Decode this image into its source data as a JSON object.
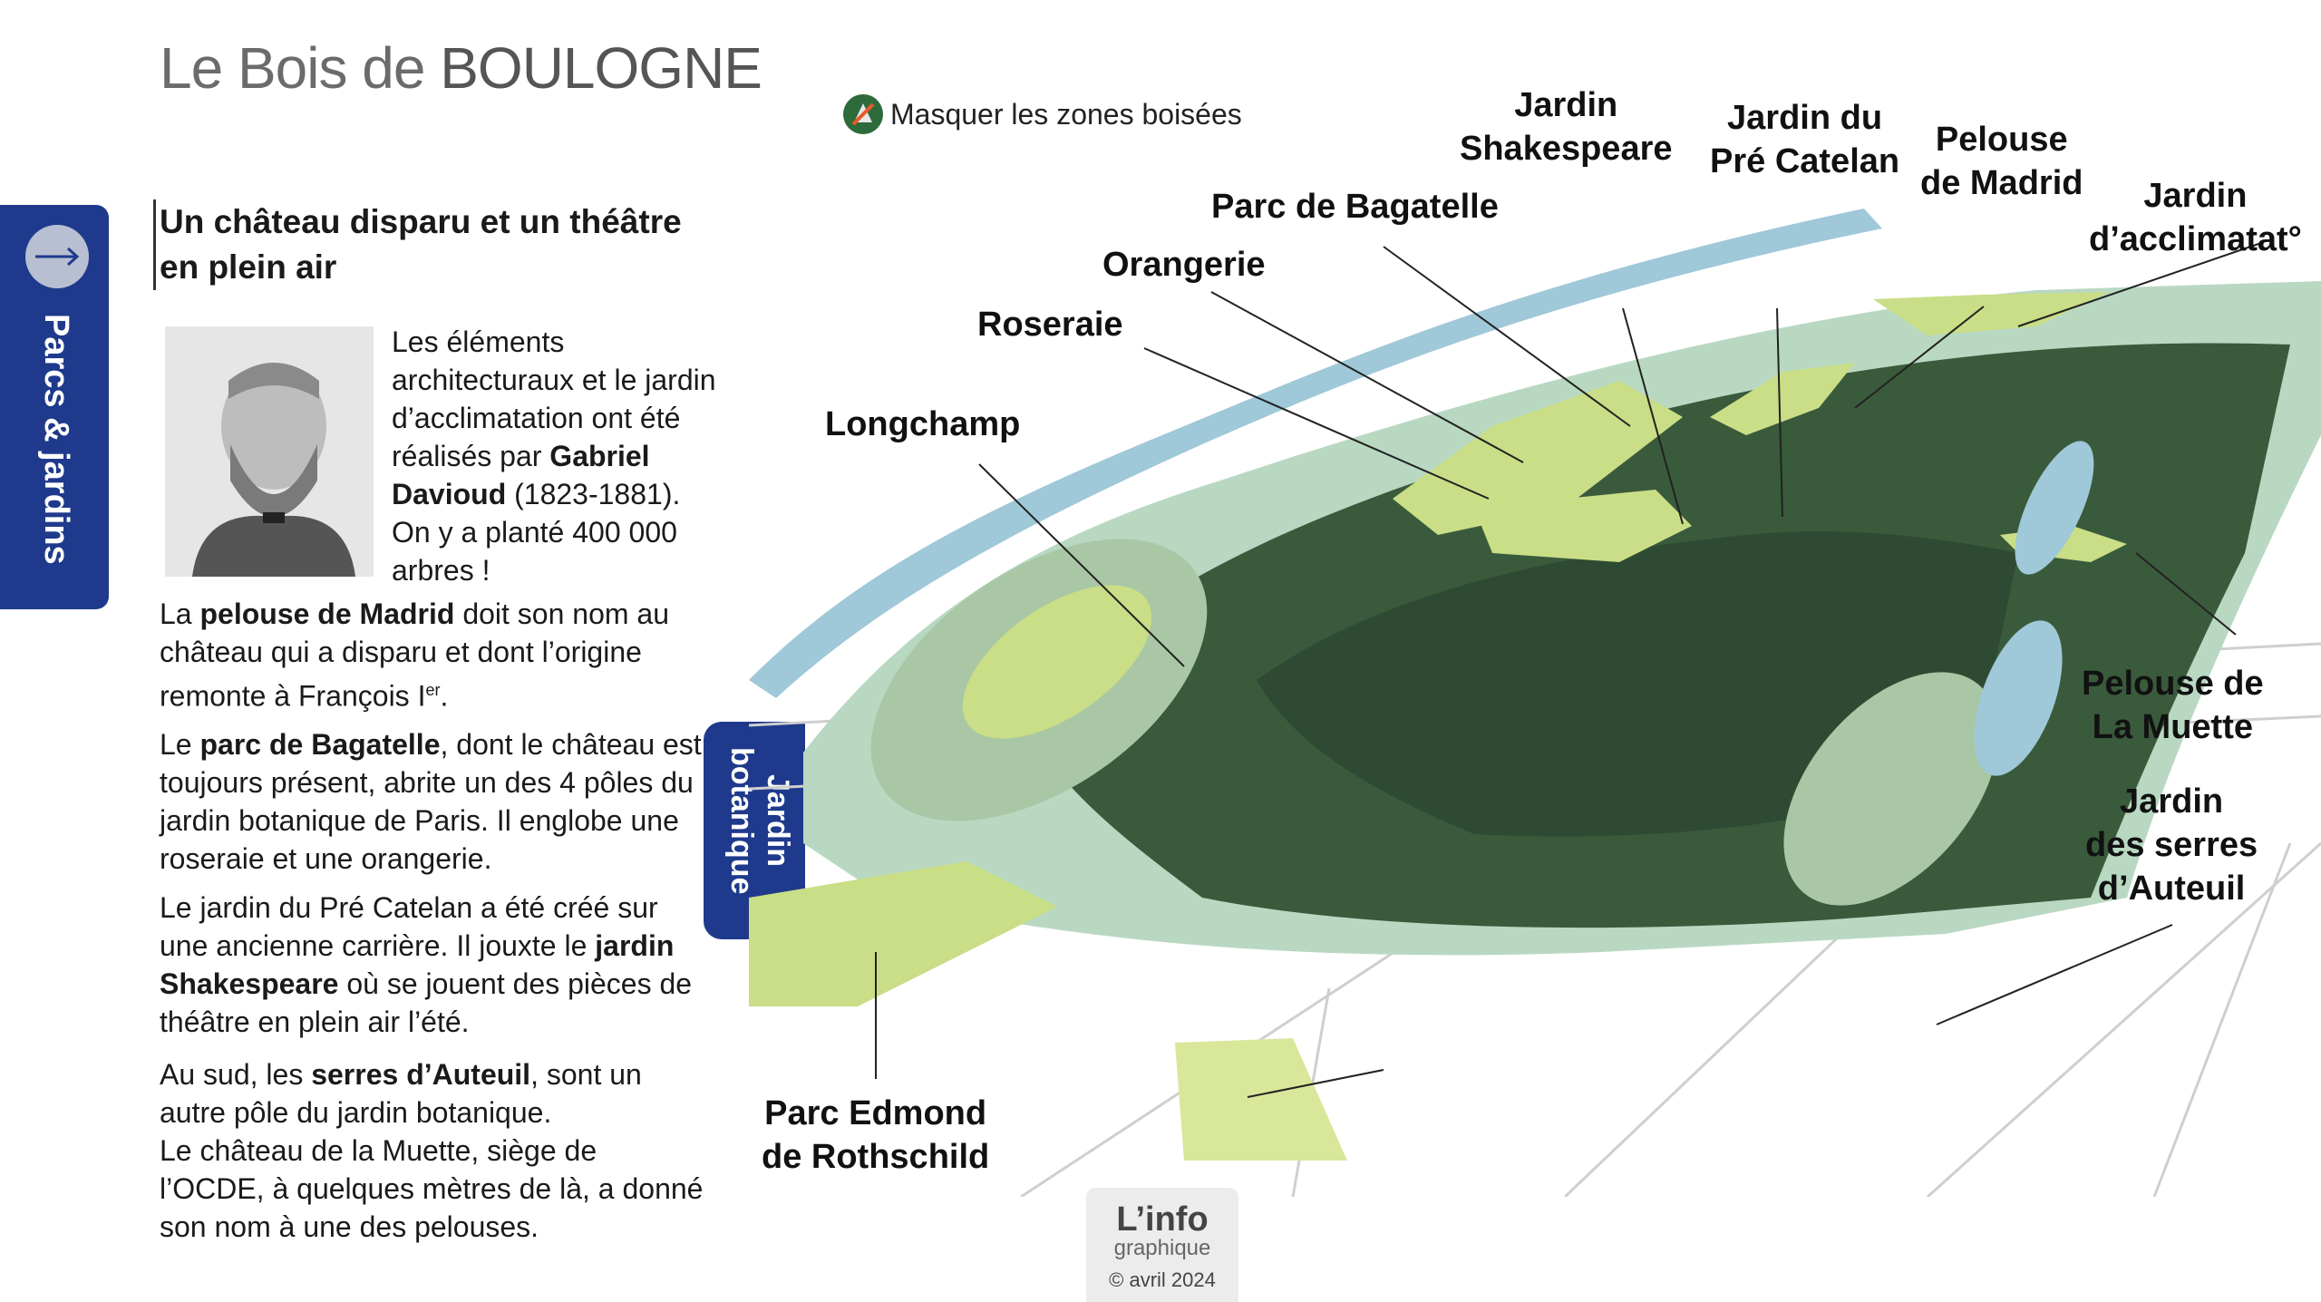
{
  "header": {
    "title_light": "Le Bois de",
    "title_strong": "BOULOGNE",
    "toggle_label": "Masquer les zones boisées"
  },
  "side_tab": {
    "label": "Parcs & jardins"
  },
  "garden_tab": {
    "line1": "Jardin",
    "line2": "botanique"
  },
  "article": {
    "heading_line1": "Un château disparu et un théâtre",
    "heading_line2": "en plein air",
    "p1_a": "Les éléments architecturaux et le jardin d’acclimatation ont été réalisés par ",
    "p1_b": "Gabriel Davioud",
    "p1_c": " (1823-1881). On y a planté 400 000 arbres !",
    "p2_a": "La ",
    "p2_b": "pelouse de Madrid",
    "p2_c": " doit son nom au château qui a disparu et dont l’origine remonte à François I",
    "p2_sup": "er",
    "p2_d": ".",
    "p3_a": "Le ",
    "p3_b": "parc de Bagatelle",
    "p3_c": ", dont le château est toujours présent, abrite un des 4 pôles du jardin botanique de Paris. Il englobe une roseraie et une orangerie.",
    "p4_a": "Le jardin du Pré Catelan a été créé sur une ancienne carrière. Il jouxte le ",
    "p4_b": "jardin Shakespeare",
    "p4_c": " où se jouent des pièces de théâtre en plein air l’été.",
    "p5_a": "Au sud, les ",
    "p5_b": "serres d’Auteuil",
    "p5_c": ", sont un autre pôle du jardin botanique.",
    "p6": "Le château de la Muette, siège de l’OCDE, à quelques mètres de là, a donné son nom à une des pelouses."
  },
  "map_labels": {
    "shakespeare": [
      "Jardin",
      "Shakespeare"
    ],
    "pre_catelan": [
      "Jardin du",
      "Pré Catelan"
    ],
    "madrid": [
      "Pelouse",
      "de Madrid"
    ],
    "acclimatation": [
      "Jardin",
      "d’acclimatat°"
    ],
    "bagatelle": [
      "Parc de Bagatelle"
    ],
    "orangerie": [
      "Orangerie"
    ],
    "roseraie": [
      "Roseraie"
    ],
    "longchamp": [
      "Longchamp"
    ],
    "muette": [
      "Pelouse de",
      "La Muette"
    ],
    "auteuil": [
      "Jardin",
      "des serres",
      "d’Auteuil"
    ],
    "rothschild": [
      "Parc Edmond",
      "de Rothschild"
    ]
  },
  "credit": {
    "brand": "L’info",
    "sub": "graphique",
    "date": "© avril 2024"
  },
  "colors": {
    "accent_blue": "#1f3a8c",
    "forest": "#2f4a33",
    "lawn": "#c9de86",
    "water": "#9fc8d8"
  }
}
